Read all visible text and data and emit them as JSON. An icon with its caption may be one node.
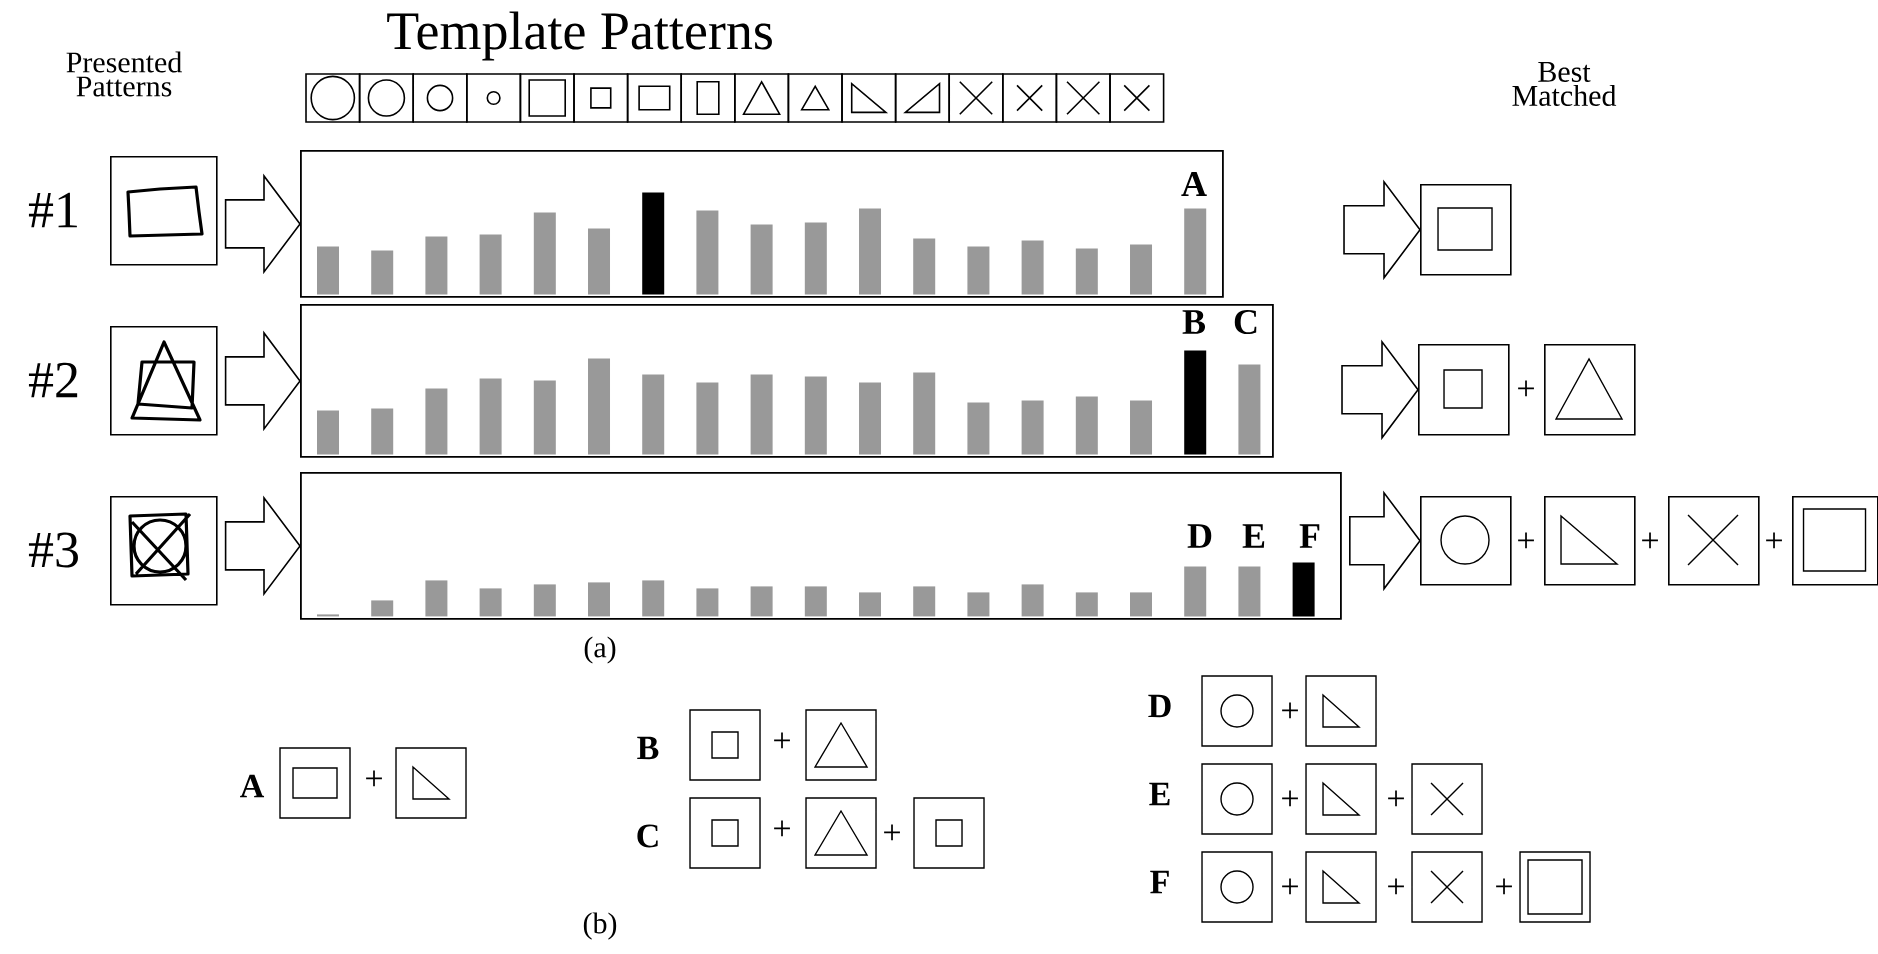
{
  "diagram": {
    "nodes": [
      {
        "text": [],
        "shape": "box",
        "beside": [
          "#1"
        ]
      },
      {
        "text": [
          "A"
        ]
      },
      {
        "text": [],
        "shape": "box"
      },
      {
        "text": [],
        "shape": "box",
        "beside": [
          "#2"
        ]
      },
      {
        "text": [
          "B",
          "C"
        ]
      },
      {
        "text": [],
        "shape": "box"
      },
      {
        "text": [],
        "shape": "box"
      },
      {
        "text": [],
        "shape": "box",
        "beside": [
          "#3"
        ]
      },
      {
        "text": [
          "D",
          "E",
          "F"
        ]
      },
      {
        "text": [],
        "shape": "box"
      },
      {
        "text": [],
        "shape": "box"
      },
      {
        "text": [],
        "shape": "box"
      },
      {
        "text": [],
        "shape": "box"
      }
    ],
    "edges": [
      {
        "from": 0,
        "to": 1,
        "arrow": "to"
      },
      {
        "from": null,
        "to": 2,
        "arrow": "to"
      },
      {
        "from": 3,
        "to": 4,
        "arrow": "to"
      },
      {
        "from": null,
        "to": 5,
        "arrow": "to"
      },
      {
        "from": 7,
        "to": 8,
        "arrow": "to"
      },
      {
        "from": 8,
        "to": 9,
        "arrow": "to"
      }
    ],
    "labels": [
      "Template Patterns",
      "Presented Patterns",
      "Best Matched",
      "+",
      "+",
      "+",
      "+",
      "(a)",
      "A",
      "+",
      "B",
      "+",
      "C",
      "+",
      "+",
      "D",
      "+",
      "E",
      "+",
      "+",
      "F",
      "+",
      "+",
      "+",
      "(b)"
    ]
  }
}
